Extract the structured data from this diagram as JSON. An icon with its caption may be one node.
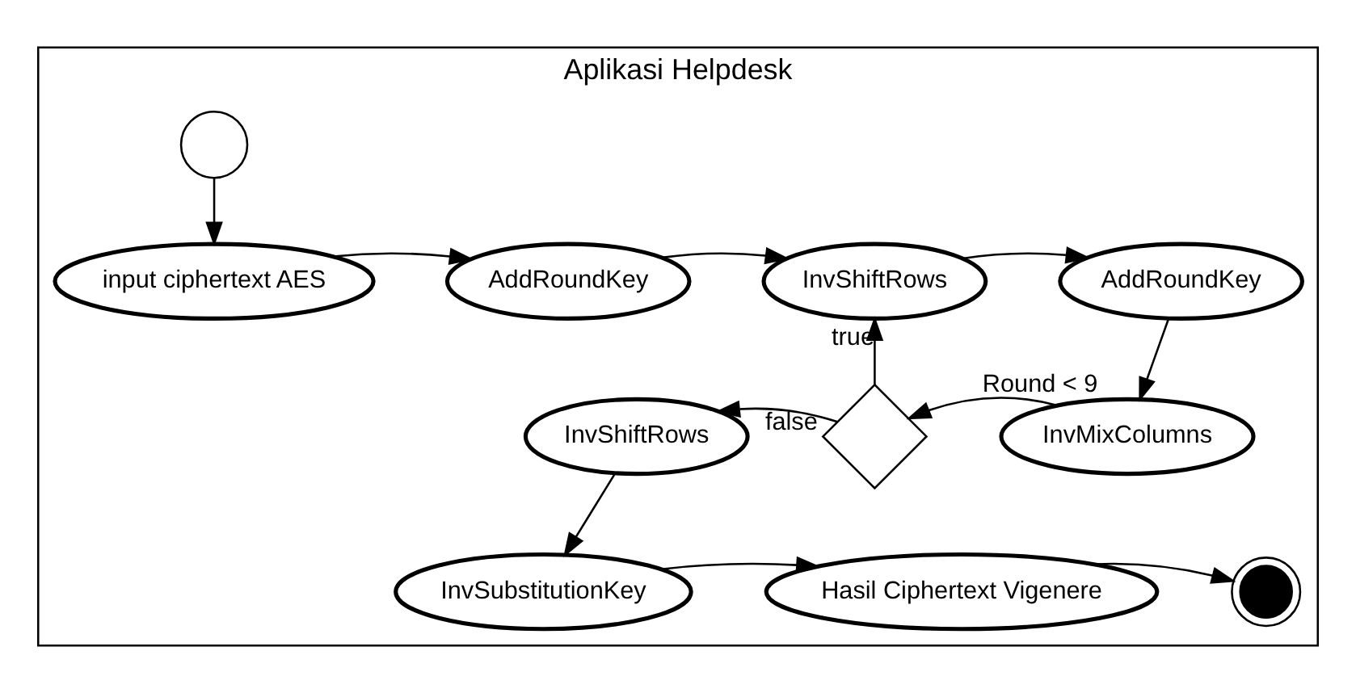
{
  "diagram": {
    "nodes": [
      {
        "text": [
          "Aplikasi Helpdesk"
        ]
      },
      {
        "text": [],
        "shape": "circle",
        "in": 0
      },
      {
        "text": [
          "input ciphertext AES"
        ],
        "in": 0
      },
      {
        "text": [
          "AddRoundKey"
        ],
        "in": 0
      },
      {
        "text": [
          "InvShiftRows"
        ],
        "in": 0
      },
      {
        "text": [
          "AddRoundKey"
        ],
        "in": 0
      },
      {
        "text": [
          "InvMixColumns"
        ],
        "in": 0
      },
      {
        "text": [],
        "shape": "diamond",
        "in": 0
      },
      {
        "text": [
          "InvShiftRows"
        ],
        "in": 0
      },
      {
        "text": [
          "InvSubstitutionKey"
        ],
        "in": 0
      },
      {
        "text": [
          "Hasil Ciphertext Vigenere"
        ],
        "in": 0
      },
      {
        "text": [],
        "shape": "circle",
        "in": 0
      }
    ],
    "edges": [
      {
        "from": 1,
        "to": 2,
        "arrow": "to"
      },
      {
        "from": 2,
        "to": 3,
        "arrow": "to"
      },
      {
        "from": 3,
        "to": 4,
        "arrow": "to"
      },
      {
        "from": 4,
        "to": 5,
        "arrow": "to"
      },
      {
        "from": 5,
        "to": 6,
        "arrow": "to"
      },
      {
        "from": 6,
        "to": 7,
        "arrow": "to",
        "label": "Round < 9"
      },
      {
        "from": 7,
        "to": 4,
        "arrow": "to",
        "label": "true"
      },
      {
        "from": 7,
        "to": 8,
        "arrow": "to",
        "label": "false"
      },
      {
        "from": 8,
        "to": 9,
        "arrow": "to"
      },
      {
        "from": 9,
        "to": 10,
        "arrow": "to"
      },
      {
        "from": 10,
        "to": 11,
        "arrow": "to"
      }
    ]
  }
}
